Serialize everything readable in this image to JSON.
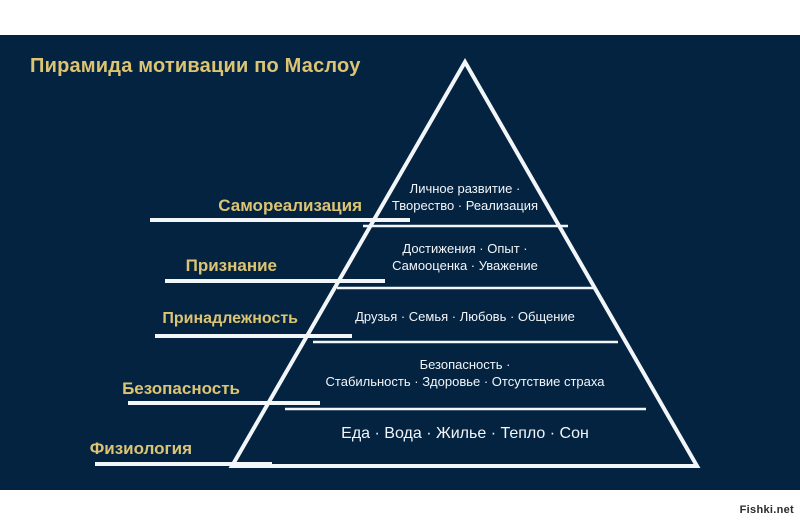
{
  "title": "Пирамида мотивации по Маслоу",
  "colors": {
    "background": "#042340",
    "page": "#ffffff",
    "gold": "#dcc473",
    "line": "#f2f6f9",
    "text": "#f2f6f9"
  },
  "levels": [
    {
      "id": "self-actualization",
      "label": "Самореализация",
      "lines": [
        "Личное развитие ·",
        "Творество · Реализация"
      ]
    },
    {
      "id": "esteem",
      "label": "Признание",
      "lines": [
        "Достижения · Опыт ·",
        "Самооценка · Уважение"
      ]
    },
    {
      "id": "belonging",
      "label": "Принадлежность",
      "lines": [
        "Друзья · Семья · Любовь · Общение"
      ]
    },
    {
      "id": "safety",
      "label": "Безопасность",
      "lines": [
        "Безопасность ·",
        "Стабильность · Здоровье · Отсутствие страха"
      ]
    },
    {
      "id": "physiology",
      "label": "Физиология",
      "lines": [
        "Еда · Вода · Жилье · Тепло · Сон"
      ]
    }
  ],
  "watermark": "Fishki.net"
}
